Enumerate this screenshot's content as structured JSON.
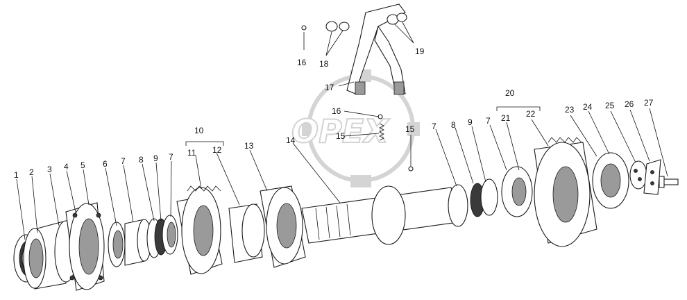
{
  "watermark": {
    "text": "OPEX"
  },
  "callouts": {
    "c1": "1",
    "c2": "2",
    "c3": "3",
    "c4": "4",
    "c5": "5",
    "c6": "6",
    "c7a": "7",
    "c8a": "8",
    "c9a": "9",
    "c7b": "7",
    "c10": "10",
    "c11": "11",
    "c12": "12",
    "c13": "13",
    "c14": "14",
    "c15a": "15",
    "c15b": "15",
    "c16a": "16",
    "c16b": "16",
    "c17": "17",
    "c18": "18",
    "c19": "19",
    "c7c": "7",
    "c8b": "8",
    "c9b": "9",
    "c7d": "7",
    "c20": "20",
    "c21": "21",
    "c22": "22",
    "c23": "23",
    "c24": "24",
    "c25": "25",
    "c26": "26",
    "c27": "27"
  }
}
